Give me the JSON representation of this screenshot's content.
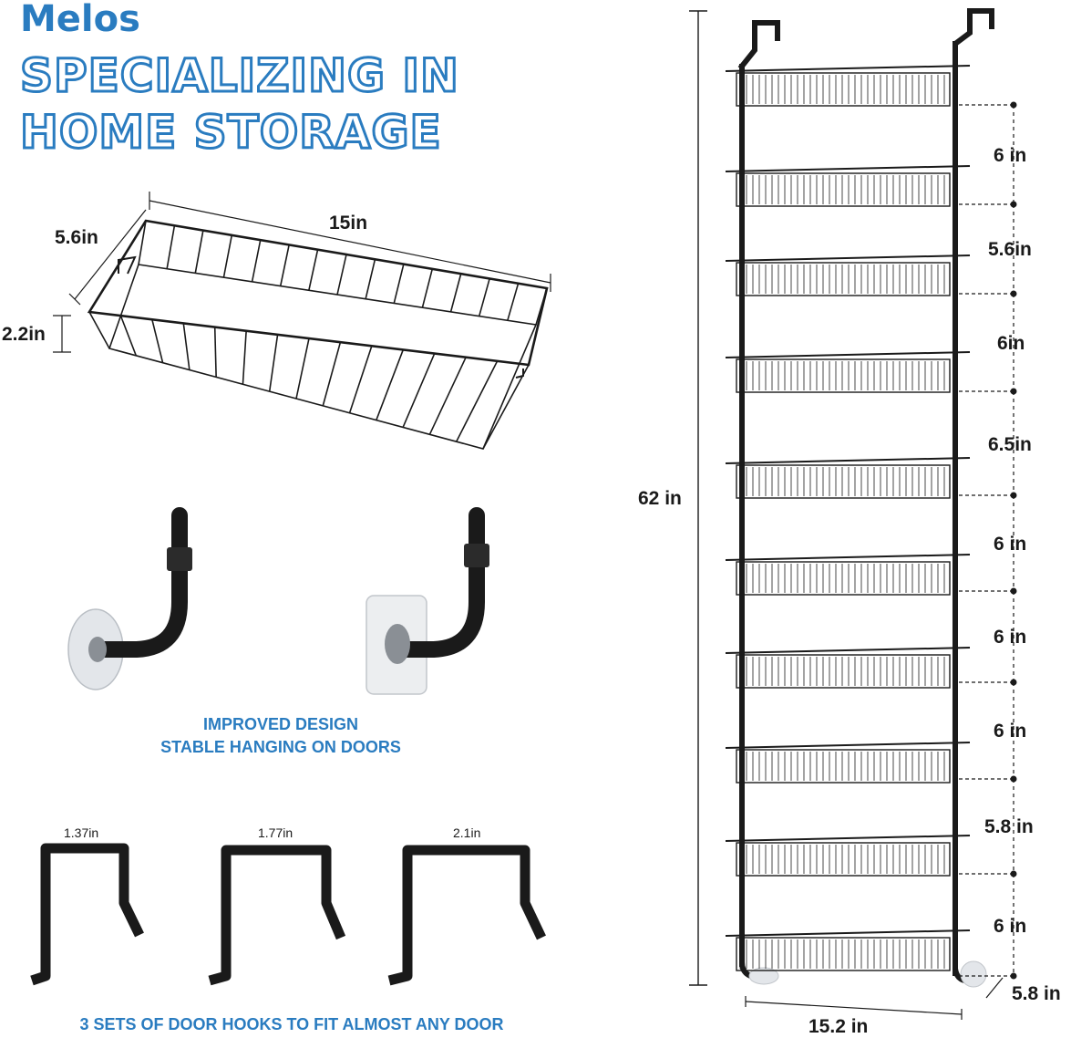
{
  "header": {
    "brand": "Melos",
    "headline_line1": "SPECIALIZING IN",
    "headline_line2": "HOME STORAGE"
  },
  "basket_dimensions": {
    "depth": "5.6in",
    "width": "15in",
    "height": "2.2in"
  },
  "mount_caption": {
    "line1": "IMPROVED DESIGN",
    "line2": "STABLE HANGING ON DOORS"
  },
  "door_hooks": {
    "sizes": [
      "1.37in",
      "1.77in",
      "2.1in"
    ],
    "caption": "3 SETS OF DOOR HOOKS TO FIT ALMOST ANY DOOR"
  },
  "rack": {
    "total_height": "62 in",
    "total_width": "15.2 in",
    "depth": "5.8 in",
    "shelf_spacings": [
      "6 in",
      "5.6in",
      "6in",
      "6.5in",
      "6 in",
      "6 in",
      "6 in",
      "5.8 in",
      "6 in"
    ]
  },
  "colors": {
    "accent": "#2a7cc0",
    "product": "#1a1a1a"
  }
}
